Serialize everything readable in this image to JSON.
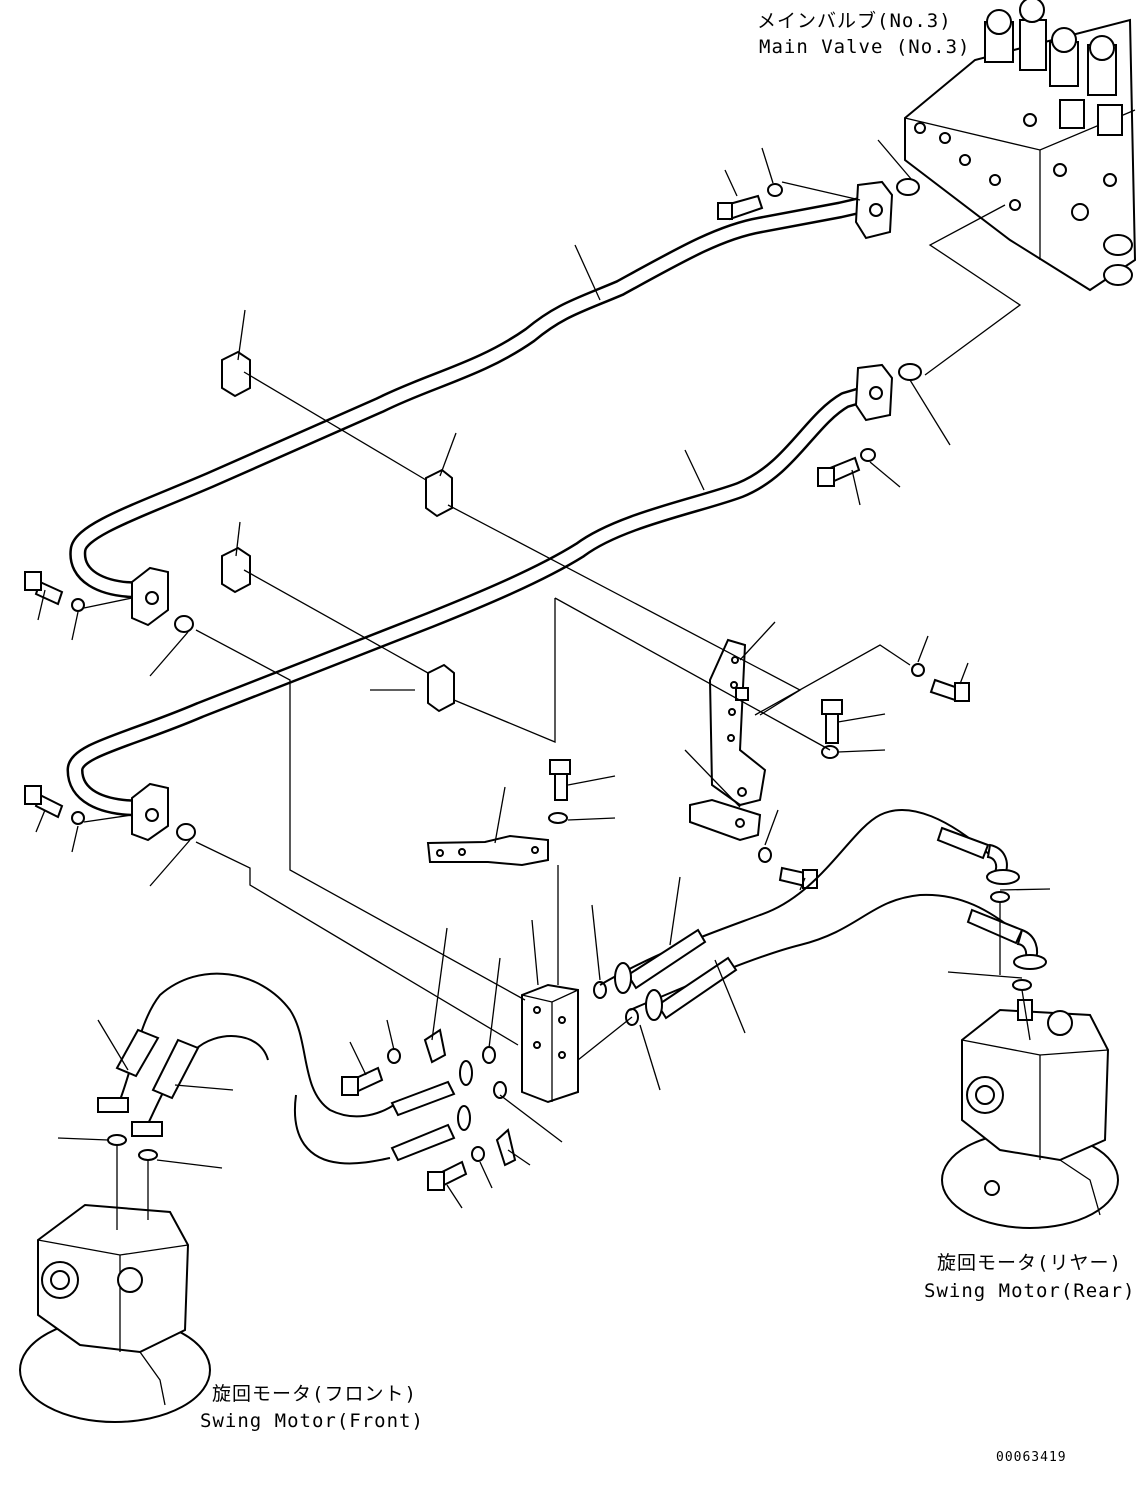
{
  "labels": {
    "main_valve_jp": "メインバルブ(No.3)",
    "main_valve_en": "Main Valve (No.3)",
    "swing_motor_rear_jp": "旋回モータ(リヤー)",
    "swing_motor_rear_en": "Swing Motor(Rear)",
    "swing_motor_front_jp": "旋回モータ(フロント)",
    "swing_motor_front_en": "Swing Motor(Front)",
    "drawing_number": "00063419"
  }
}
